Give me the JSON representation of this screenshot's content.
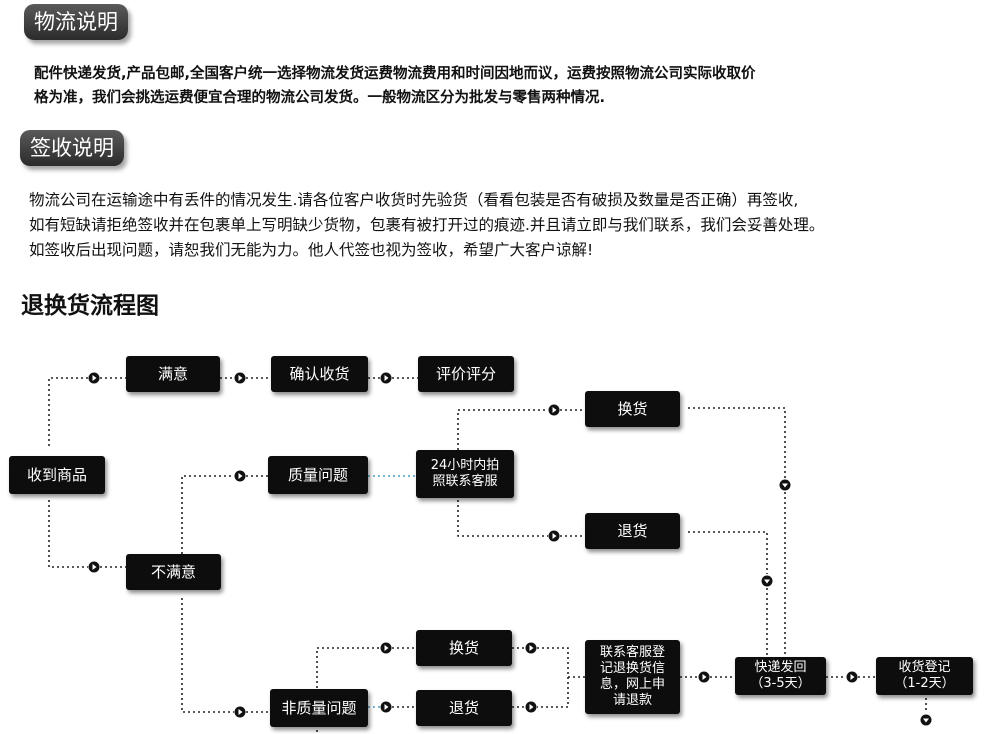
{
  "sections": {
    "logistics": {
      "tag": "物流说明",
      "lines": [
        "配件快递发货,产品包邮,全国客户统一选择物流发货运费物流费用和时间因地而议，运费按照物流公司实际收取价",
        "格为准，我们会挑选运费便宜合理的物流公司发货。一般物流区分为批发与零售两种情况."
      ]
    },
    "receipt": {
      "tag": "签收说明",
      "lines": [
        "物流公司在运输途中有丢件的情况发生.请各位客户收货时先验货（看看包装是否有破损及数量是否正确）再签收,",
        "如有短缺请拒绝签收并在包裹单上写明缺少货物，包裹有被打开过的痕迹.并且请立即与我们联系，我们会妥善处理。",
        "如签收后出现问题，请恕我们无能为力。他人代签也视为签收，希望广大客户谅解!"
      ]
    }
  },
  "flow": {
    "title": "退换货流程图",
    "nodes": {
      "received": "收到商品",
      "satisfied": "满意",
      "confirm_receipt": "确认收货",
      "rate": "评价评分",
      "quality_issue": "质量问题",
      "photo_contact": "24小时内拍\n照联系客服",
      "exchange_q": "换货",
      "return_q": "退货",
      "unsatisfied": "不满意",
      "exchange_nq": "换货",
      "return_nq": "退货",
      "contact_register": "联系客服登\n记退换货信\n息，网上申\n请退款",
      "non_quality_issue": "非质量问题",
      "express_return": "快递发回\n（3-5天）",
      "receipt_register": "收货登记\n（1-2天）"
    }
  }
}
